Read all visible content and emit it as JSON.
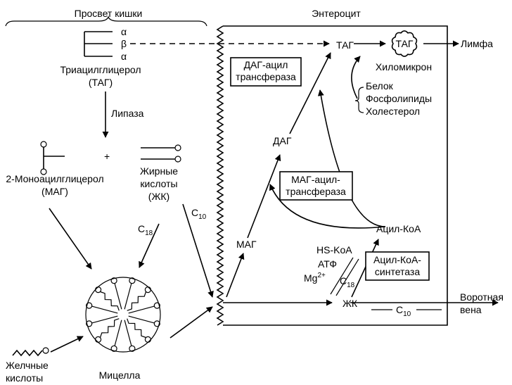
{
  "lumen": {
    "title": "Просвет кишки"
  },
  "enterocyte": {
    "title": "Энтероцит"
  },
  "tag_molecule": {
    "alpha_top": "α",
    "beta": "β",
    "alpha_bottom": "α",
    "name_line1": "Триацилглицерол",
    "name_line2": "(ТАГ)"
  },
  "lipase": "Липаза",
  "plus": "+",
  "mag_molecule": {
    "line1": "2-Моноацилглицерол",
    "line2": "(МАГ)"
  },
  "fatty_acids": {
    "line1": "Жирные",
    "line2": "кислоты",
    "line3": "(ЖК)"
  },
  "c18_left": {
    "main": "C",
    "sub": "18"
  },
  "c10_left": {
    "main": "C",
    "sub": "10"
  },
  "micelle": "Мицелла",
  "bile_acids": {
    "line1": "Желчные",
    "line2": "кислоты"
  },
  "cell": {
    "mag": "МАГ",
    "dag": "ДАГ",
    "tag": "ТАГ",
    "fa": "ЖК",
    "acyl_coa": "Ацил-КоА",
    "hs_coa": "HS-KoA",
    "atp": "АТФ",
    "mg": "Mg",
    "mg_sup": "2+",
    "c18": {
      "main": "C",
      "sub": "18"
    },
    "c10": {
      "main": "C",
      "sub": "10"
    }
  },
  "enzymes": {
    "dag_acyltransferase": {
      "line1": "ДАГ-ацил",
      "line2": "трансфераза"
    },
    "mag_acyltransferase": {
      "line1": "МАГ-ацил-",
      "line2": "трансфераза"
    },
    "acyl_coa_synthetase": {
      "line1": "Ацил-КоА-",
      "line2": "синтетаза"
    }
  },
  "chylomicron": {
    "core": "ТАГ",
    "label": "Хиломикрон",
    "components": [
      "Белок",
      "Фосфолипиды",
      "Холестерол"
    ]
  },
  "outputs": {
    "lymph": "Лимфа",
    "portal_line1": "Воротная",
    "portal_line2": "вена"
  }
}
